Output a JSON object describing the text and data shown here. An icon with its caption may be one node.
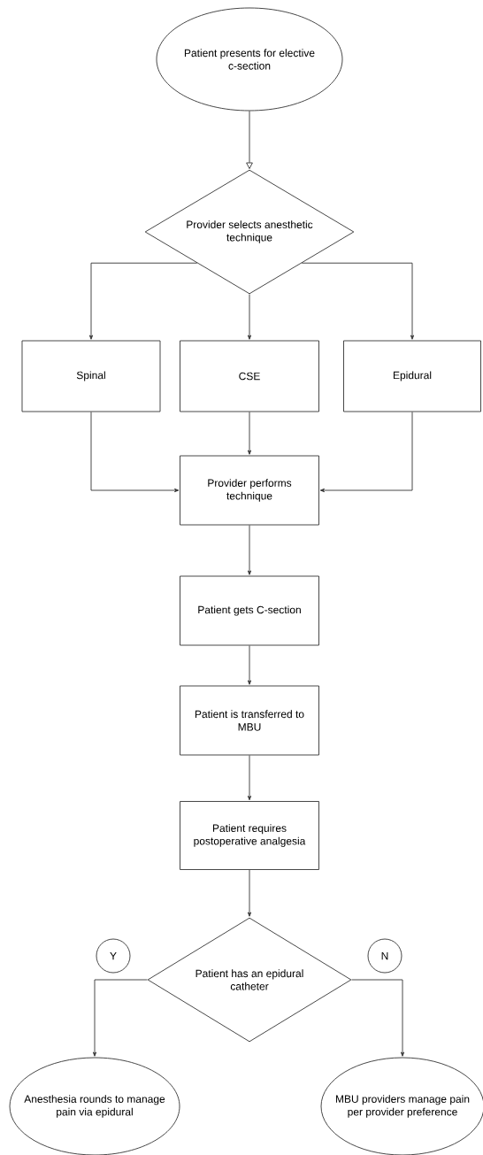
{
  "diagram": {
    "nodes": [
      {
        "text": [
          "Patient presents for elective c-section"
        ]
      },
      {
        "text": [
          "Provider selects anesthetic technique"
        ]
      },
      {
        "text": [
          "Spinal"
        ]
      },
      {
        "text": [
          "CSE"
        ]
      },
      {
        "text": [
          "Epidural"
        ]
      },
      {
        "text": [
          "Provider performs technique"
        ]
      },
      {
        "text": [
          "Patient gets C-section"
        ]
      },
      {
        "text": [
          "Patient is transferred to MBU"
        ]
      },
      {
        "text": [
          "Patient requires postoperative analgesia"
        ]
      },
      {
        "text": [
          "Patient has an epidural catheter"
        ]
      },
      {
        "text": [
          "Y"
        ]
      },
      {
        "text": [
          "N"
        ]
      },
      {
        "text": [
          "Anesthesia rounds to manage pain via epidural"
        ]
      },
      {
        "text": [
          "MBU providers manage pain per provider preference"
        ]
      }
    ],
    "edges": [
      {
        "from": 0,
        "to": 1,
        "arrow": "to"
      },
      {
        "from": 1,
        "to": 2,
        "arrow": "to"
      },
      {
        "from": 1,
        "to": 3,
        "arrow": "to"
      },
      {
        "from": 1,
        "to": 4,
        "arrow": "to"
      },
      {
        "from": 2,
        "to": 5,
        "arrow": "to"
      },
      {
        "from": 3,
        "to": 5,
        "arrow": "to"
      },
      {
        "from": 4,
        "to": 5,
        "arrow": "to"
      },
      {
        "from": 5,
        "to": 6,
        "arrow": "to"
      },
      {
        "from": 6,
        "to": 7,
        "arrow": "to"
      },
      {
        "from": 7,
        "to": 8,
        "arrow": "to"
      },
      {
        "from": 8,
        "to": 9,
        "arrow": "to"
      },
      {
        "from": 9,
        "to": 12,
        "arrow": "to"
      },
      {
        "from": 9,
        "to": 13,
        "arrow": "to"
      }
    ]
  }
}
